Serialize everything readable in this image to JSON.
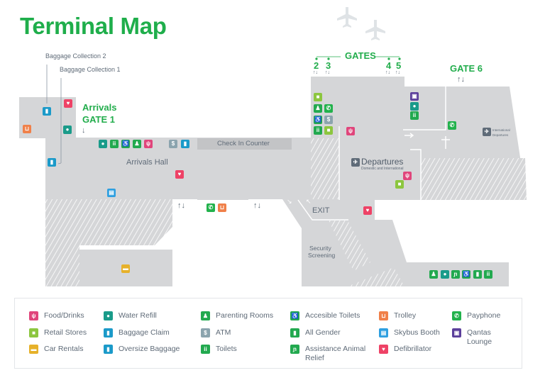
{
  "title": "Terminal Map",
  "labels": {
    "baggage_collection_2": "Baggage Collection 2",
    "baggage_collection_1": "Baggage Collection 1",
    "arrivals": "Arrivals",
    "gate_1": "GATE 1",
    "check_in_counter": "Check In Counter",
    "arrivals_hall": "Arrivals Hall",
    "gates": "GATES",
    "gate_numbers": [
      "2",
      "3",
      "4",
      "5"
    ],
    "gate_6": "GATE 6",
    "departures": "Departures",
    "departures_sub": "Domestic and International",
    "international_departures_1": "International",
    "international_departures_2": "Departures",
    "exit": "EXIT",
    "security_1": "Security",
    "security_2": "Screening",
    "updown_arrows": "↑↓"
  },
  "colors": {
    "title": "#1fae4b",
    "floor": "#d5d6d8",
    "check_in": "#c3c4c6"
  },
  "legend": [
    {
      "key": "food",
      "label": "Food/Drinks",
      "color": "#e0457b",
      "glyph": "ψ"
    },
    {
      "key": "retail",
      "label": "Retail Stores",
      "color": "#8cc63f",
      "glyph": "■"
    },
    {
      "key": "car",
      "label": "Car Rentals",
      "color": "#e6b12a",
      "glyph": "▬"
    },
    {
      "key": "water",
      "label": "Water Refill",
      "color": "#1a9b8a",
      "glyph": "●"
    },
    {
      "key": "baggage",
      "label": "Baggage Claim",
      "color": "#1b9ac9",
      "glyph": "▮"
    },
    {
      "key": "oversize",
      "label": "Oversize Baggage",
      "color": "#1b9ac9",
      "glyph": "▮"
    },
    {
      "key": "parenting",
      "label": "Parenting Rooms",
      "color": "#22a94f",
      "glyph": "♟"
    },
    {
      "key": "atm",
      "label": "ATM",
      "color": "#8ba4ae",
      "glyph": "$"
    },
    {
      "key": "toilets",
      "label": "Toilets",
      "color": "#22a94f",
      "glyph": "ii"
    },
    {
      "key": "accessible",
      "label": "Accesible Toilets",
      "color": "#22a94f",
      "glyph": "♿"
    },
    {
      "key": "allgender",
      "label": "All Gender",
      "color": "#22a94f",
      "glyph": "▮"
    },
    {
      "key": "animal",
      "label": "Assistance Animal Relief",
      "color": "#22a94f",
      "glyph": "ɲ"
    },
    {
      "key": "trolley",
      "label": "Trolley",
      "color": "#f08049",
      "glyph": "⊔"
    },
    {
      "key": "skybus",
      "label": "Skybus Booth",
      "color": "#2e9fe0",
      "glyph": "▤"
    },
    {
      "key": "defib",
      "label": "Defibrillator",
      "color": "#ee4266",
      "glyph": "♥"
    },
    {
      "key": "payphone",
      "label": "Payphone",
      "color": "#22b24c",
      "glyph": "✆"
    },
    {
      "key": "qantas",
      "label": "Qantas Lounge",
      "color": "#5b3f9b",
      "glyph": "▣"
    }
  ]
}
